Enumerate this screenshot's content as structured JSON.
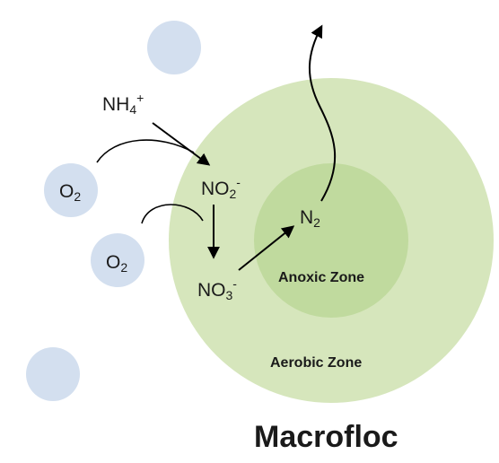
{
  "diagram": {
    "title": "Macrofloc",
    "zones": {
      "aerobic": "Aerobic Zone",
      "anoxic": "Anoxic Zone"
    },
    "species": {
      "ammonium": {
        "base": "NH",
        "sub": "4",
        "sup": "+"
      },
      "nitrite": {
        "base": "NO",
        "sub": "2",
        "sup": "-"
      },
      "nitrate": {
        "base": "NO",
        "sub": "3",
        "sup": "-"
      },
      "nitrogen_gas": {
        "base": "N",
        "sub": "2",
        "sup": ""
      },
      "oxygen_1": {
        "base": "O",
        "sub": "2",
        "sup": ""
      },
      "oxygen_2": {
        "base": "O",
        "sub": "2",
        "sup": ""
      }
    },
    "colors": {
      "aerobic_zone": "#d6e6bc",
      "anoxic_zone": "#c0da9e",
      "bubble": "#d3dfef",
      "arrow": "#000000"
    }
  }
}
